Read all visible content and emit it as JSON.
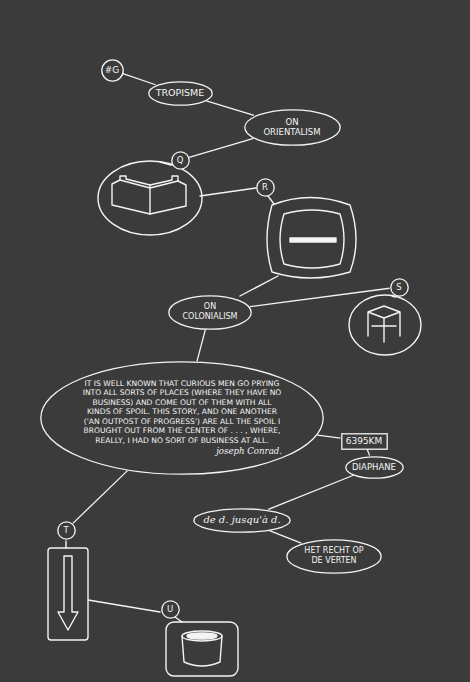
{
  "diagram": {
    "nodes": [
      {
        "text": [
          "#G"
        ]
      },
      {
        "text": [
          "TROPISME"
        ]
      },
      {
        "text": [
          "ON ORIENTALISM"
        ]
      },
      {
        "text": [
          "Q"
        ]
      },
      {
        "text": [
          "R"
        ]
      },
      {
        "text": [
          "ON COLONIALISM"
        ]
      },
      {
        "text": [
          "S"
        ]
      },
      {
        "text": [
          "IT IS WELL KNOWN THAT CURIOUS MEN GO PRYING INTO ALL SORTS OF PLACES (WHERE THEY HAVE NO BUSINESS) AND COME OUT OF THEM WITH ALL KINDS OF SPOIL. THIS STORY, AND ONE ANOTHER ('AN OUTPOST OF PROGRESS') ARE ALL THE SPOIL I BROUGHT OUT FROM THE CENTER OF . . . , WHERE, REALLY, I HAD NO SORT OF BUSINESS AT ALL.",
          "joseph Conrad."
        ]
      },
      {
        "text": [
          "6395KM"
        ]
      },
      {
        "text": [
          "DIAPHANE"
        ]
      },
      {
        "text": [
          "de d. jusqu'à d."
        ]
      },
      {
        "text": [
          "HET RECHT OP DE VERTEN"
        ]
      },
      {
        "text": [
          "T"
        ]
      },
      {
        "text": [
          "U"
        ]
      }
    ],
    "edges": [
      {
        "from": 0,
        "to": 1,
        "arrow": "none"
      },
      {
        "from": 1,
        "to": 2,
        "arrow": "none"
      },
      {
        "from": 2,
        "to": 3,
        "arrow": "none"
      },
      {
        "from": 5,
        "to": 6,
        "arrow": "none"
      },
      {
        "from": 5,
        "to": 7,
        "arrow": "none"
      },
      {
        "from": 7,
        "to": 8,
        "arrow": "none"
      },
      {
        "from": 8,
        "to": 9,
        "arrow": "none"
      },
      {
        "from": 9,
        "to": 10,
        "arrow": "none"
      },
      {
        "from": 10,
        "to": 11,
        "arrow": "none"
      },
      {
        "from": 7,
        "to": 12,
        "arrow": "none"
      }
    ]
  }
}
